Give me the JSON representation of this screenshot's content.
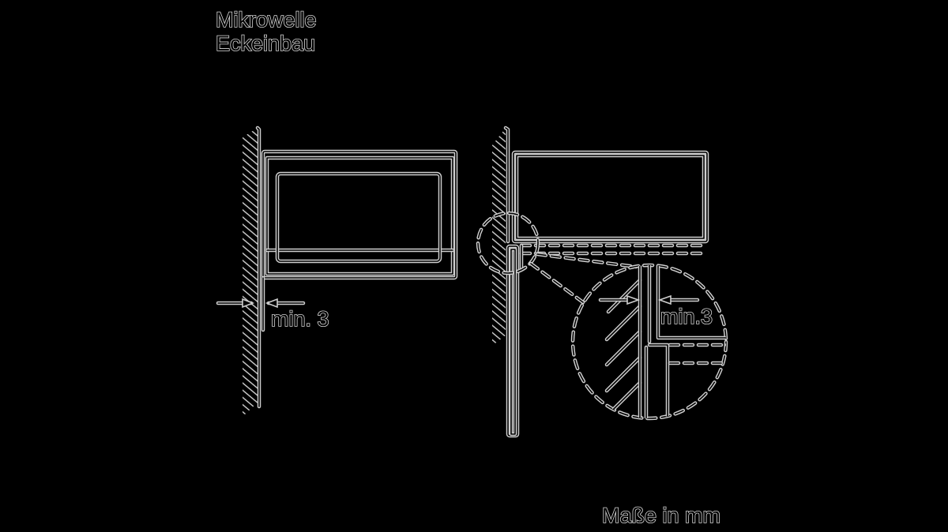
{
  "title": {
    "line1": "Mikrowelle",
    "line2": "Eckeinbau"
  },
  "left_view": {
    "clearance_label": "min. 3"
  },
  "right_view": {
    "detail_clearance_label": "min.3"
  },
  "units_note": "Maße in mm",
  "colors": {
    "background": "#000000",
    "line": "#cfcfcf"
  }
}
